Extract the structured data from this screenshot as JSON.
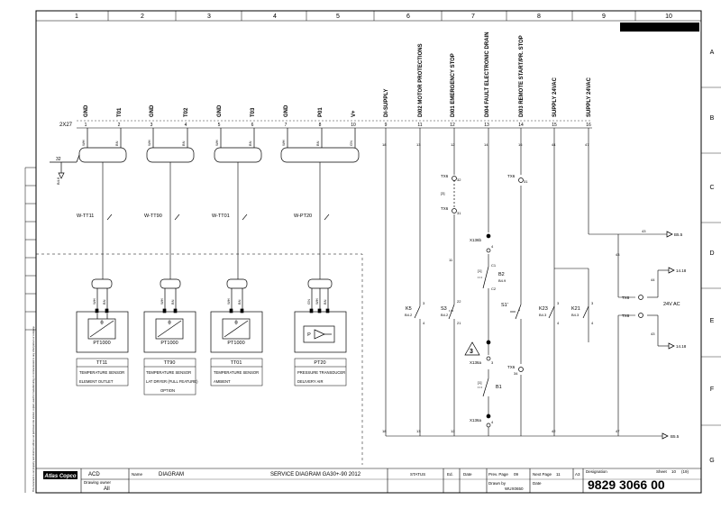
{
  "columns": [
    "1",
    "2",
    "3",
    "4",
    "5",
    "6",
    "7",
    "8",
    "9",
    "10"
  ],
  "rows": [
    "A",
    "B",
    "C",
    "D",
    "E",
    "F",
    "G"
  ],
  "terminal_strip": {
    "name": "2X27",
    "terminals": [
      {
        "num": "1",
        "label": "GND"
      },
      {
        "num": "2",
        "label": "T01"
      },
      {
        "num": "3",
        "label": "GND"
      },
      {
        "num": "4",
        "label": "T02"
      },
      {
        "num": "5",
        "label": "GND"
      },
      {
        "num": "6",
        "label": "T03"
      },
      {
        "num": "7",
        "label": "GND"
      },
      {
        "num": "8",
        "label": "P01"
      },
      {
        "num": "10",
        "label": "V+"
      },
      {
        "num": "9",
        "label": "DI-SUPPLY"
      },
      {
        "num": "11",
        "label": "DI02 MOTOR PROTECTIONS"
      },
      {
        "num": "12",
        "label": "DI01 EMERGENCY STOP"
      },
      {
        "num": "13",
        "label": "DI04 FAULT ELECTRONIC DRAIN"
      },
      {
        "num": "14",
        "label": "DI03 REMOTE START/PR. STOP"
      },
      {
        "num": "15",
        "label": "SUPPLY 24VAC"
      },
      {
        "num": "16",
        "label": "SUPPLY 24VAC"
      }
    ]
  },
  "wire_colors": {
    "wh": "WH",
    "bn": "BN",
    "gn": "GN"
  },
  "ground_ref": {
    "num": "32",
    "label": "B4.6"
  },
  "cables": [
    "W-TT11",
    "W-TT90",
    "W-TT01",
    "W-PT20"
  ],
  "sensors": [
    {
      "tag": "PT1000",
      "name": "TT11",
      "desc": [
        "TEMPERATURE SENSOR",
        "ELEMENT OUTLET"
      ]
    },
    {
      "tag": "PT1000",
      "name": "TT90",
      "desc": [
        "TEMPERATURE SENSOR",
        "LAT DRYER (FULL FEATURE)",
        "OPTION"
      ]
    },
    {
      "tag": "PT1000",
      "name": "TT01",
      "desc": [
        "TEMPERATURE SENSOR",
        "AMBIENT"
      ]
    },
    {
      "tag": "P",
      "name": "PT20",
      "desc": [
        "PRESSURE TRANSDUCER",
        "DELIVERY AIR"
      ]
    }
  ],
  "sensor_pins": {
    "p1": "1",
    "p2": "2",
    "theta": "θ"
  },
  "components": {
    "k5": {
      "name": "K5",
      "ref": "B4.2",
      "p1": "3",
      "p2": "4"
    },
    "s3": {
      "name": "S3",
      "ref": "B4.2",
      "p1": "22",
      "p2": "21"
    },
    "s1": {
      "name": "S1'",
      "p": "1"
    },
    "k23": {
      "name": "K23",
      "ref": "B4.3",
      "p1": "3",
      "p2": "4"
    },
    "k21": {
      "name": "K21",
      "ref": "B4.3",
      "p1": "3",
      "p2": "4"
    },
    "b2": {
      "name": "B2",
      "ref": "B4.9",
      "c1": "C1",
      "c2": "C2",
      "pin": "[1]"
    },
    "b1": {
      "name": "B1",
      "pin": "[1]"
    },
    "tx6_top": {
      "name": "TX6",
      "p1": "32",
      "p2": "31"
    },
    "tx6_r": {
      "name": "TX6",
      "p": "31"
    },
    "tx6_low": {
      "name": "TX6",
      "p": "34"
    },
    "x136b": {
      "name": "X136b",
      "p": "4"
    },
    "x136a_top": {
      "name": "X136a",
      "p": "3"
    },
    "x136a_bot": {
      "name": "X136a",
      "p": "4"
    },
    "tx6_k1": {
      "name": "TX6",
      "p": "13"
    },
    "tx6_k2": {
      "name": "TX6",
      "p": "13"
    },
    "pin_11": "11",
    "pin_33": "[3]"
  },
  "right_refs": [
    {
      "num": "42",
      "label": "B5.5"
    },
    {
      "num": "44",
      "label": "14.18"
    },
    {
      "num": "24V AC",
      "label": ""
    },
    {
      "num": "43",
      "label": "14.18"
    },
    {
      "num": "47",
      "label": "B5.5"
    }
  ],
  "wire_nums": {
    "w18": "18",
    "w13": "13",
    "w12": "12",
    "w14": "14",
    "w16": "16",
    "w17": "17",
    "w42": "42",
    "w43": "43",
    "w44": "44",
    "w45": "45",
    "w46": "46",
    "w47": "47"
  },
  "marker": "3",
  "title_block": {
    "company": "Atlas Copco",
    "acd": "ACD",
    "owner_label": "Drawing owner",
    "owner": "All",
    "name_label": "Name",
    "name": "DIAGRAM",
    "title": "SERVICE DIAGRAM GA30+-90 2012",
    "status_label": "STATUS",
    "ed_label": "Ed.",
    "date_label": "Date",
    "prev_page_label": "Prev. Page",
    "prev_page": "09",
    "next_page_label": "Next Page",
    "next_page": "11",
    "size": "A3",
    "designation_label": "Designation",
    "sheet_label": "Sheet",
    "sheet": "10",
    "sheet_total": "(19)",
    "drawn_label": "Drawn by",
    "drawn_by": "WUX0650",
    "date2_label": "Date",
    "number": "9829 3066 00",
    "disclaimer": "This document is our property and shall not without our permission be altered, copied, used for manufacturing or communicated to any other person or company."
  }
}
